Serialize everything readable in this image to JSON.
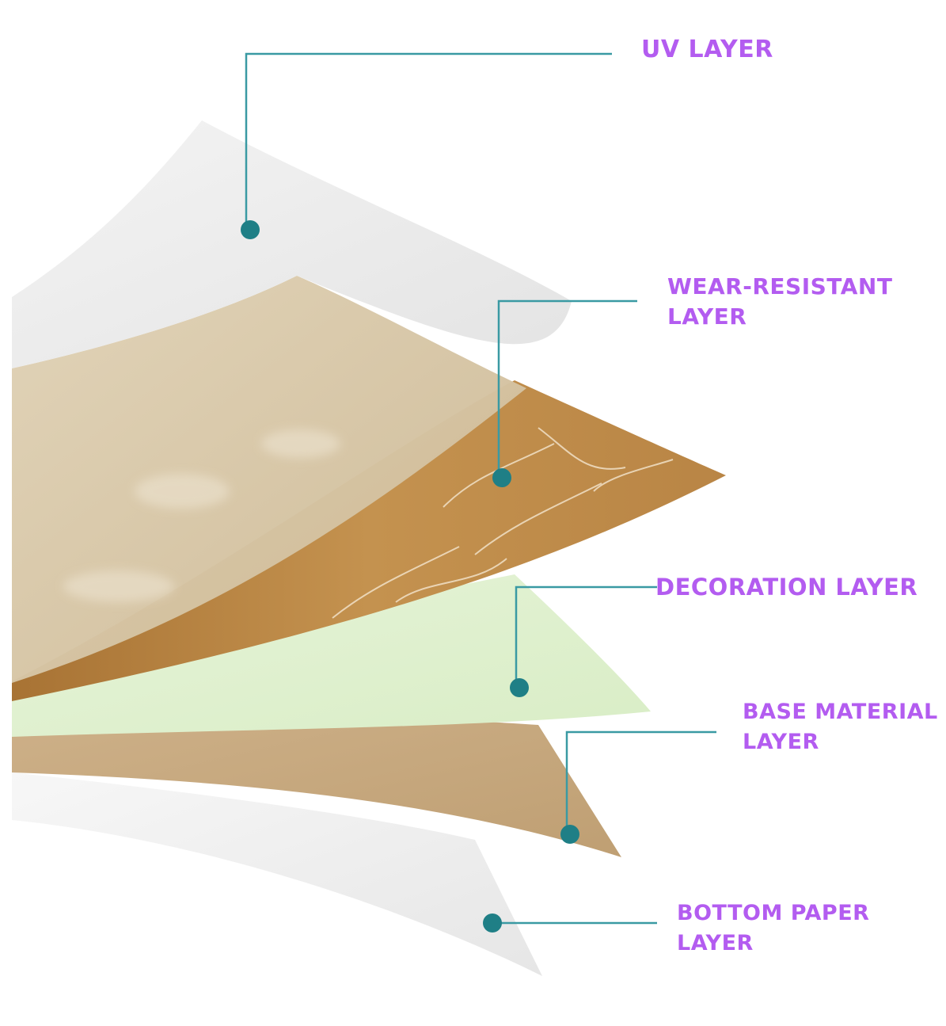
{
  "colors": {
    "label": "#b35cf0",
    "leader": "#3a9aa3",
    "dot": "#1f7f86",
    "uv_layer": "#e9e9e9",
    "wear_layer": "#d8c7a8",
    "decoration_layer": "#b78442",
    "base_material_layer": "#e2f2d3",
    "bottom_layer": "#c9aa80",
    "bottom_paper_layer": "#f0f0f0"
  },
  "labels": {
    "uv": {
      "line1": "UV LAYER"
    },
    "wear": {
      "line1": "WEAR-RESISTANT",
      "line2": "LAYER"
    },
    "decoration": {
      "line1": "DECORATION LAYER"
    },
    "base": {
      "line1": "BASE MATERIAL",
      "line2": "LAYER"
    },
    "bottom_paper": {
      "line1": "BOTTOM PAPER",
      "line2": "LAYER"
    }
  }
}
